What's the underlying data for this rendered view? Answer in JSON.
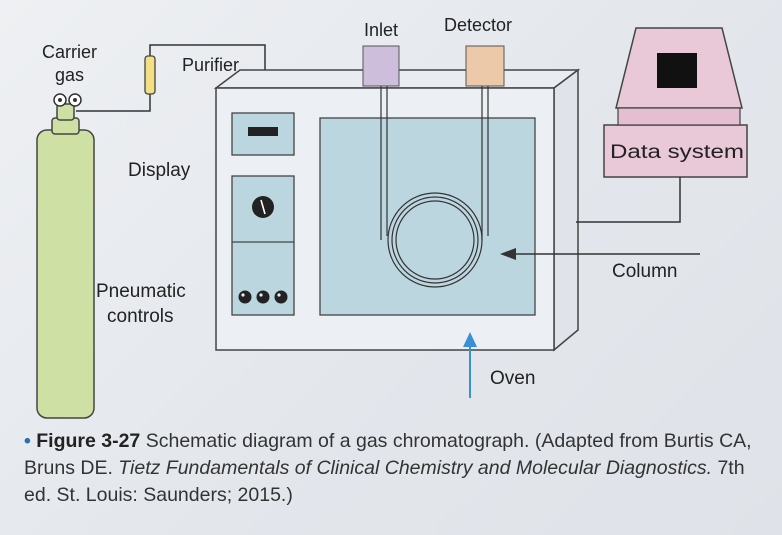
{
  "labels": {
    "carrier_gas_line1": "Carrier",
    "carrier_gas_line2": "gas",
    "purifier": "Purifier",
    "inlet": "Inlet",
    "detector": "Detector",
    "display": "Display",
    "pneumatic_line1": "Pneumatic",
    "pneumatic_line2": "controls",
    "data_system": "Data system",
    "column": "Column",
    "oven": "Oven"
  },
  "caption": {
    "bullet": "•",
    "figure": "Figure 3-27",
    "text1": " Schematic diagram of a gas chromatograph. (Adapted from Burtis CA, Bruns DE. ",
    "italic": "Tietz Fundamentals of Clinical Chemistry and Molecular Diagnostics.",
    "text2": " 7th ed. St. Louis: Saunders; 2015.)"
  },
  "colors": {
    "cylinder": "#cfe0a4",
    "oven_chamber": "#bcd6e0",
    "inlet_box": "#cdbfdc",
    "detector_box": "#ecc9a8",
    "data_system": "#e9c8d8",
    "oven_arrow": "#3a8fd6",
    "bullet": "#2a6fb7"
  }
}
